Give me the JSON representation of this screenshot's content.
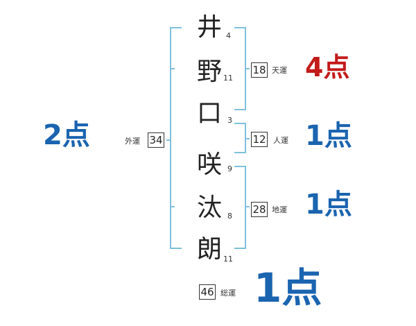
{
  "colors": {
    "bracket": "#7fc0dd",
    "red": "#c41a1a",
    "blue": "#1a64b0",
    "text": "#222222"
  },
  "characters": [
    {
      "char": "井",
      "strokes": "4"
    },
    {
      "char": "野",
      "strokes": "11"
    },
    {
      "char": "口",
      "strokes": "3"
    },
    {
      "char": "咲",
      "strokes": "9"
    },
    {
      "char": "汰",
      "strokes": "8"
    },
    {
      "char": "朗",
      "strokes": "11"
    }
  ],
  "fortunes": {
    "tenkaku": {
      "value": "18",
      "label": "天運",
      "score": "4点",
      "color": "red"
    },
    "jinkaku": {
      "value": "12",
      "label": "人運",
      "score": "1点",
      "color": "blue"
    },
    "chikaku": {
      "value": "28",
      "label": "地運",
      "score": "1点",
      "color": "blue"
    },
    "gaikaku": {
      "value": "34",
      "label": "外運",
      "score": "2点",
      "color": "blue"
    },
    "soukaku": {
      "value": "46",
      "label": "総運",
      "score": "1点",
      "color": "blue"
    }
  }
}
